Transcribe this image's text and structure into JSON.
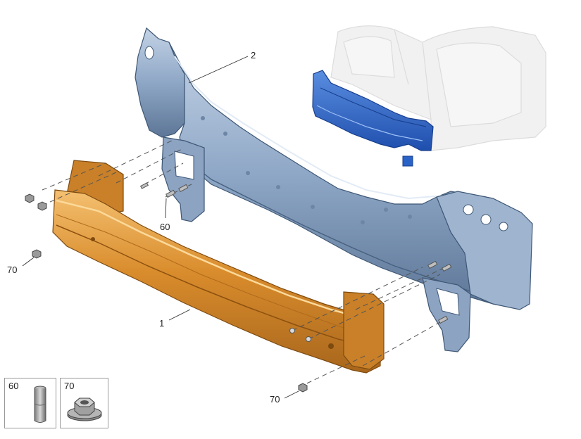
{
  "diagram": {
    "parts": [
      {
        "callout": "1",
        "name": "bumper-beam"
      },
      {
        "callout": "2",
        "name": "front-crossmember"
      },
      {
        "callout": "60",
        "name": "stud"
      },
      {
        "callout": "70",
        "name": "flange-nut"
      }
    ],
    "labels": {
      "beam": "1",
      "crossmember": "2",
      "stud": "60",
      "nut_left": "70",
      "nut_bottom": "70"
    },
    "legend": [
      {
        "callout": "60",
        "icon": "stud-icon"
      },
      {
        "callout": "70",
        "icon": "flange-nut-icon"
      }
    ],
    "colors": {
      "beam": "#d48a2a",
      "beam_light": "#f0b866",
      "beam_dark": "#9a5a12",
      "crossmember": "#8aa3c2",
      "crossmember_light": "#b8c9dc",
      "crossmember_dark": "#4a6280",
      "inset_part": "#2a63c8",
      "ghost": "#e8e8e8"
    }
  }
}
